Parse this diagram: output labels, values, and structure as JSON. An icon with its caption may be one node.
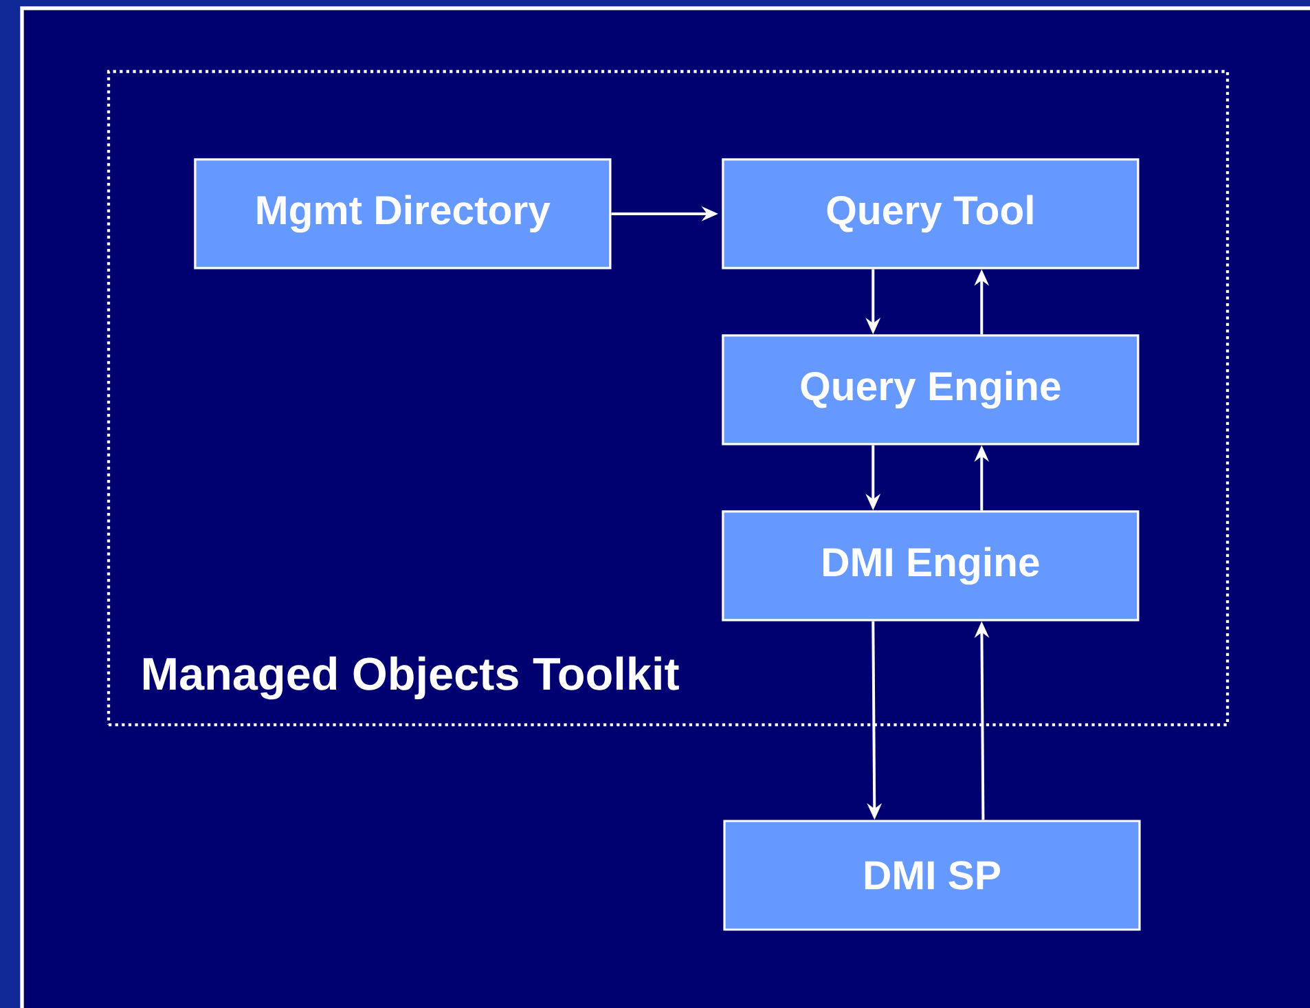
{
  "diagram": {
    "nodes": [
      {
        "text": [
          "Managed Objects Toolkit"
        ]
      },
      {
        "text": [
          "Mgmt Directory"
        ],
        "in": 0
      },
      {
        "text": [
          "Query Tool"
        ],
        "in": 0
      },
      {
        "text": [
          "Query Engine"
        ],
        "in": 0
      },
      {
        "text": [
          "DMI Engine"
        ],
        "in": 0
      },
      {
        "text": [
          "DMI SP"
        ]
      }
    ],
    "edges": [
      {
        "from": 1,
        "to": 2,
        "arrow": "to"
      },
      {
        "from": 2,
        "to": 3,
        "arrow": "to"
      },
      {
        "from": 3,
        "to": 2,
        "arrow": "to"
      },
      {
        "from": 3,
        "to": 4,
        "arrow": "to"
      },
      {
        "from": 4,
        "to": 3,
        "arrow": "to"
      },
      {
        "from": 4,
        "to": 5,
        "arrow": "to"
      },
      {
        "from": 5,
        "to": 4,
        "arrow": "to"
      }
    ]
  }
}
